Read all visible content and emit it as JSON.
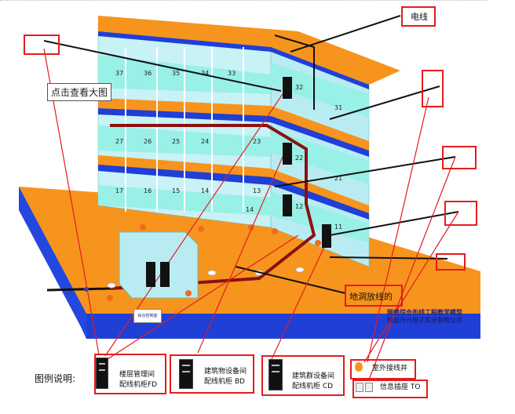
{
  "labels": {
    "cable": "电线",
    "conduit": "地洞放线的",
    "view_large": "点击查看大图",
    "legend_title": "图例说明:",
    "legend_fd_line1": "楼层管理间",
    "legend_fd_line2": "配线机柜FD",
    "legend_bd_line1": "建筑物设备间",
    "legend_bd_line2": "配线机柜 BD",
    "legend_cd_line1": "建筑群设备间",
    "legend_cd_line2": "配线机柜 CD",
    "legend_well": "室外接线井",
    "legend_to": "信息插座 TO",
    "caption_line1": "网络综合布线工程教学模型",
    "caption_line2": "科技开元电子实业有限公司",
    "room_sign": "综合控制室"
  },
  "rooms": {
    "floor3": [
      "37",
      "36",
      "35",
      "34",
      "33",
      "32",
      "31"
    ],
    "floor2": [
      "27",
      "26",
      "25",
      "24",
      "23",
      "22",
      "21"
    ],
    "floor1": [
      "17",
      "16",
      "15",
      "14",
      "13",
      "12",
      "11",
      "14"
    ]
  },
  "colors": {
    "orange": "#f7941d",
    "blue": "#1f3fd6",
    "cyan": "#98f0e6",
    "wall": "#b9ecf2",
    "trunk": "#8b1111",
    "annot_red": "#e31d1d"
  },
  "icons": {
    "cabinet": "cabinet-icon",
    "well": "manhole-icon",
    "outlet": "info-outlet-icon"
  }
}
